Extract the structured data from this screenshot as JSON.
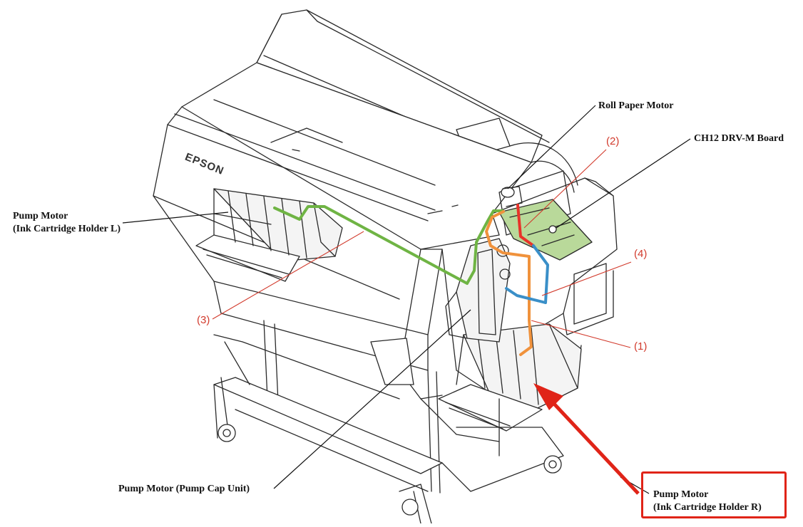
{
  "labels": {
    "roll_paper_motor": "Roll Paper Motor",
    "drv_board": "CH12 DRV-M Board",
    "pump_motor_l_line1": "Pump Motor",
    "pump_motor_l_line2": "(Ink Cartridge Holder L)",
    "pump_cap_unit": "Pump Motor (Pump Cap Unit)",
    "pump_motor_r_line1": "Pump Motor",
    "pump_motor_r_line2": "(Ink Cartridge Holder R)"
  },
  "cable_numbers": {
    "c1": "(1)",
    "c2": "(2)",
    "c3": "(3)",
    "c4": "(4)"
  },
  "brand_text": "EPSON",
  "colors": {
    "cable_1": "#f0923c",
    "cable_2": "#e8332a",
    "cable_3": "#6fb444",
    "cable_4": "#3a8fc8",
    "callout": "#e02418",
    "board": "#b9d99a",
    "line": "#2a2a2a"
  }
}
